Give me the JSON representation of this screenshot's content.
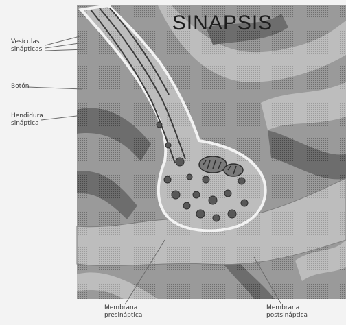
{
  "title": "SINAPSIS",
  "labels": {
    "vesicles": [
      "Vesículas",
      "sinápticas"
    ],
    "button": "Botón",
    "synaptic_cleft": [
      "Hendidura",
      "sináptica"
    ],
    "presynaptic_membrane": [
      "Membrana",
      "presináptica"
    ],
    "postsynaptic_membrane": [
      "Membrana",
      "postsináptica"
    ]
  },
  "colors": {
    "background": "#f3f3f3",
    "tissue_dark": "#6a6a6a",
    "tissue_mid": "#8c8c8c",
    "tissue_light": "#b4b4b4",
    "membrane": "#f2f2f2",
    "text": "#3a3a3a"
  }
}
